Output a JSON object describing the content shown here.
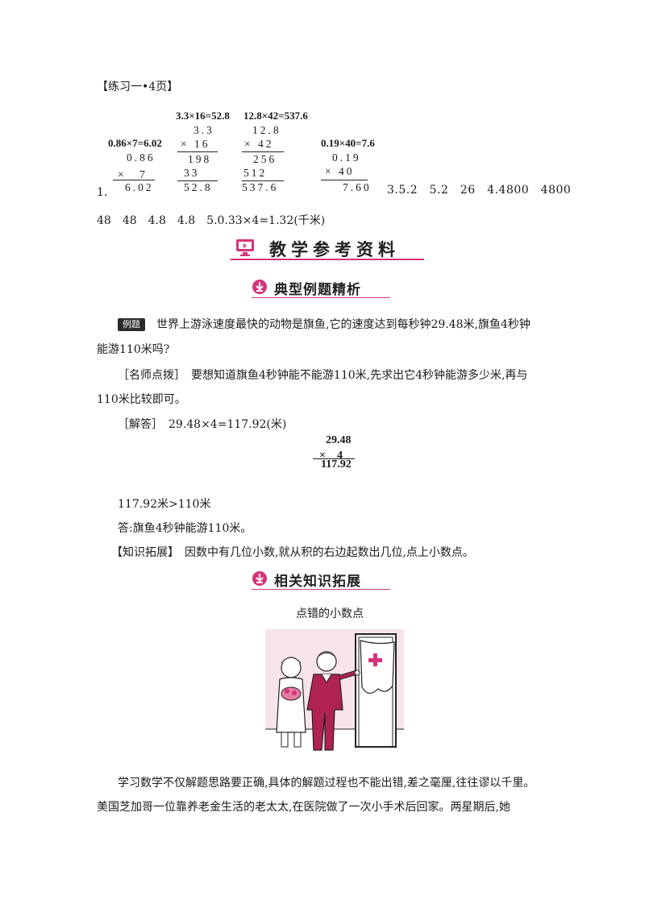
{
  "heading_exercise": "【练习一•4页】",
  "calc1": {
    "eq": "0.86×7=6.02",
    "a": "0.86",
    "b": "×　7",
    "r": "6.02"
  },
  "calc2": {
    "eq": "3.3×16=52.8",
    "a": "3.3",
    "b": "× 16",
    "p1": "198",
    "p2": "33",
    "r": "52.8"
  },
  "calc3": {
    "eq": "12.8×42=537.6",
    "a": "12.8",
    "b": "× 42",
    "p1": "256",
    "p2": "512",
    "r": "537.6"
  },
  "calc4": {
    "eq": "0.19×40=7.6",
    "a": "0.19",
    "b": "× 40",
    "r": "7.60"
  },
  "item1_label": "1.",
  "answers_line1": "3.5.2　5.2　26　4.4800　4800",
  "answers_line2": "48　48　4.8　4.8　5.0.33×4=1.32(千米)",
  "banner_title": "教学参考资料",
  "section1_title": "典型例题精析",
  "example_badge": "例题",
  "example_line1": "世界上游泳速度最快的动物是旗鱼,它的速度达到每秒钟29.48米,旗鱼4秒钟",
  "example_line2": "能游110米吗?",
  "tip_line1": "［名师点拨］　要想知道旗鱼4秒钟能不能游110米,先求出它4秒钟能游多少米,再与",
  "tip_line2": "110米比较即可。",
  "solution": "［解答］　29.48×4=117.92(米)",
  "vcalc": {
    "a": "29.48",
    "b": "×　4",
    "r": "117.92"
  },
  "compare": "117.92米>110米",
  "answer": "答:旗鱼4秒钟能游110米。",
  "knowledge": "【知识拓展】　因数中有几位小数,就从积的右边起数出几位,点上小数点。",
  "section2_title": "相关知识拓展",
  "story_title": "点错的小数点",
  "story_p1": "学习数学不仅解题思路要正确,具体的解题过程也不能出错,差之毫厘,往往谬以千里。",
  "story_p2": "美国芝加哥一位靠养老金生活的老太太,在医院做了一次小手术后回家。两星期后,她",
  "colors": {
    "accent": "#d6337a",
    "text": "#1a1a1a"
  }
}
